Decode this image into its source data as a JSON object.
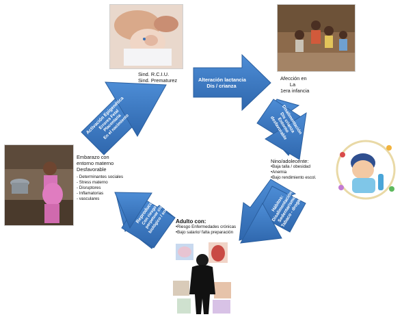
{
  "nodes": {
    "baby": {
      "lines": [
        "Sind. R.C.I.U.",
        "Sind. Prematurez"
      ]
    },
    "infancy": {
      "lines": [
        "Afección en",
        "La",
        "1era infancia"
      ]
    },
    "child": {
      "title": "Nino/adolecente:",
      "items": [
        "•Baja talla / obesidad",
        "•Anemia",
        "•Bajo rendimiento escol."
      ]
    },
    "adult": {
      "title": "Adulto con:",
      "items": [
        "•Riesgo Enfermedades crónicas",
        "•Bajo salario/ falta preparación"
      ]
    },
    "pregnancy": {
      "title_lines": [
        "Embarazo con",
        "entorno materno",
        "Desfavorable"
      ],
      "items": [
        "Determinantes sociales",
        "Stress materno",
        "Disruptores",
        "Inflamatorias",
        "vasculares"
      ]
    }
  },
  "arrows": {
    "top": [
      "Alteración lactancia",
      "Dis / crianza"
    ],
    "right_down": [
      "Disalimentación",
      "Dis crianza",
      "Entorno",
      "desfavorable"
    ],
    "right_lower": [
      "Hábitos:",
      "Disalimentación",
      "Sedentarismo",
      "Tabaco - drogas"
    ],
    "left_lower": [
      "Reproducción",
      "Con riesgo de",
      "perpetuar ciclo",
      "biológico / social"
    ],
    "left_upper": [
      "Activación Epigenética",
      "Errores Fetal",
      "Placentaria",
      "En el nacimiento"
    ]
  },
  "colors": {
    "arrow_fill": "#3c7ac4",
    "arrow_edge": "#2b5f9f"
  },
  "images": {
    "baby_photo": "premature-baby-photo",
    "children_photo": "children-group-photo",
    "teen_illustration": "sick-teen-illustration",
    "mother_photo": "pregnant-woman-photo",
    "adult_illustration": "adult-organs-illustration"
  }
}
